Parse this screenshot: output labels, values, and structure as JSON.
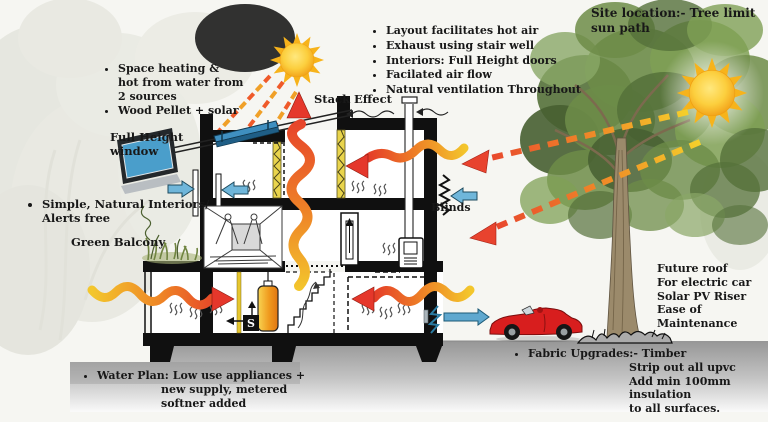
{
  "labels": {
    "site_location": "Site location:- Tree limit sun path",
    "ventilation": [
      "Layout facilitates hot air",
      "Exhaust using stair well",
      "Interiors: Full Height doors",
      "Facilated air flow",
      "Natural ventilation Throughout"
    ],
    "heating": {
      "item1_l1": "Space heating &",
      "item1_l2": "hot from water from",
      "item1_l3": "2 sources",
      "item2": "Wood Pellet + solar"
    },
    "full_height_window": {
      "l1": "Full Height",
      "l2": "window"
    },
    "interiors": {
      "l1": "Simple, Natural Interiors/",
      "l2": "Alerts free"
    },
    "green_balcony": "Green Balcony",
    "stack_effect": "Stack Effect",
    "blinds": "Blinds",
    "future_roof": {
      "l1": "Future roof",
      "l2": "For electric car",
      "l3": "Solar PV Riser",
      "l4": "Ease of Maintenance"
    },
    "water_plan": {
      "lead": "Water Plan:",
      "l1": "Low use appliances +",
      "l2": "new supply, metered",
      "l3": "softner added"
    },
    "fabric_upgrades": {
      "lead": "Fabric Upgrades:-",
      "l1": "Timber",
      "l2": "Strip out all upvc",
      "l3": "Add min 100mm insulation",
      "l4": "to all surfaces."
    },
    "boiler_tag": "S"
  },
  "colors": {
    "ink": "#111111",
    "heat_red": "#e5372b",
    "heat_orange": "#ee7f27",
    "heat_yellow": "#f3c62c",
    "arrow_blue": "#6fb6da",
    "window_blue": "#4a9ecb",
    "sun_ray": "#f7b31b",
    "tree_green": "#6d8c48",
    "car_red": "#d81e1e",
    "ground_gray": "#979797",
    "insulation_yellow": "#e9d44c"
  }
}
